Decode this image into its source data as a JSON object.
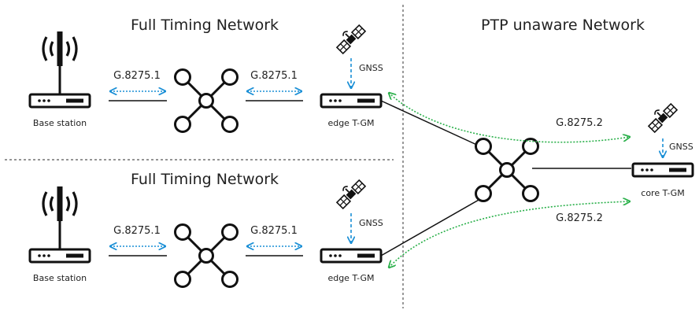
{
  "sections": {
    "top_left_title": "Full Timing Network",
    "bottom_left_title": "Full Timing Network",
    "right_title": "PTP unaware Network"
  },
  "labels": {
    "top_link_left": "G.8275.1",
    "top_link_right": "G.8275.1",
    "bottom_link_left": "G.8275.1",
    "bottom_link_right": "G.8275.1",
    "right_link_top": "G.8275.2",
    "right_link_bottom": "G.8275.2",
    "gnss_top": "GNSS",
    "gnss_bottom": "GNSS",
    "gnss_right": "GNSS"
  },
  "devices": {
    "base_station_top": "Base station",
    "base_station_bottom": "Base station",
    "edge_top": "edge T-GM",
    "edge_bottom": "edge T-GM",
    "core": "core T-GM"
  },
  "colors": {
    "ptp_fts": "#1a8fd6",
    "ptp_pu": "#2ab04a",
    "line": "#111111",
    "divider": "#555555"
  }
}
